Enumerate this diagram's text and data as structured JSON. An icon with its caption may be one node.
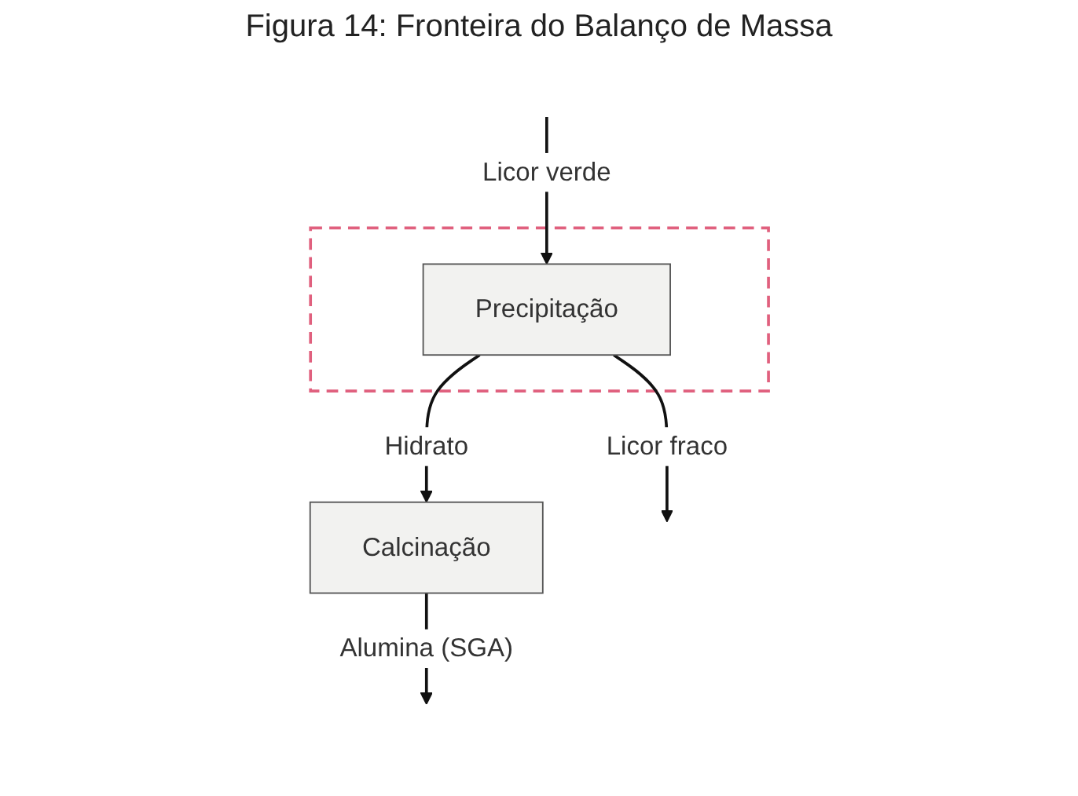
{
  "diagram": {
    "title": "Figura 14: Fronteira do Balanço de Massa",
    "nodes": [
      {
        "text": [],
        "shape": "box"
      },
      {
        "text": [
          "Precipitação"
        ],
        "in": 0
      },
      {
        "text": [
          "Calcinação"
        ]
      }
    ],
    "edges": [
      {
        "from": null,
        "to": 1,
        "arrow": "to",
        "label": "Licor verde"
      },
      {
        "from": 1,
        "to": null,
        "arrow": "to",
        "label": "Licor fraco"
      },
      {
        "from": 1,
        "to": 2,
        "arrow": "to",
        "label": "Hidrato"
      },
      {
        "from": 2,
        "to": null,
        "arrow": "to",
        "label": "Alumina (SGA)"
      }
    ]
  }
}
